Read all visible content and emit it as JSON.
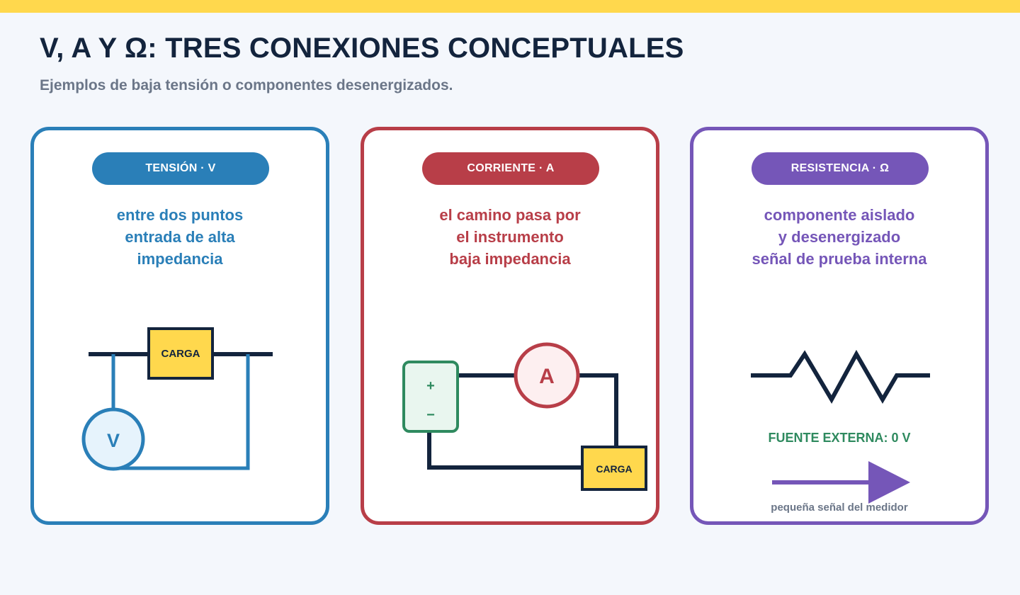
{
  "title": "V, A Y Ω: TRES CONEXIONES CONCEPTUALES",
  "subtitle": "Ejemplos de baja tensión o componentes desenergizados.",
  "colors": {
    "accent_top": "#ffd84d",
    "voltage": "#2a7fb8",
    "current": "#b83e48",
    "resistance": "#7556b8",
    "wire": "#13243d",
    "load": "#ffd84d",
    "source": "#2f8a5f"
  },
  "cards": {
    "voltage": {
      "label": "TENSIÓN · V",
      "lines": [
        "entre dos puntos",
        "entrada de alta",
        "impedancia"
      ],
      "load_label": "CARGA",
      "meter_symbol": "V"
    },
    "current": {
      "label": "CORRIENTE · A",
      "lines": [
        "el camino pasa por",
        "el instrumento",
        "baja impedancia"
      ],
      "load_label": "CARGA",
      "meter_symbol": "A",
      "source_plus": "+",
      "source_minus": "−"
    },
    "resistance": {
      "label": "RESISTENCIA · Ω",
      "lines": [
        "componente aislado",
        "y desenergizado",
        "señal de prueba interna"
      ],
      "external_source": "FUENTE EXTERNA: 0 V",
      "signal_label": "pequeña señal del medidor"
    }
  }
}
